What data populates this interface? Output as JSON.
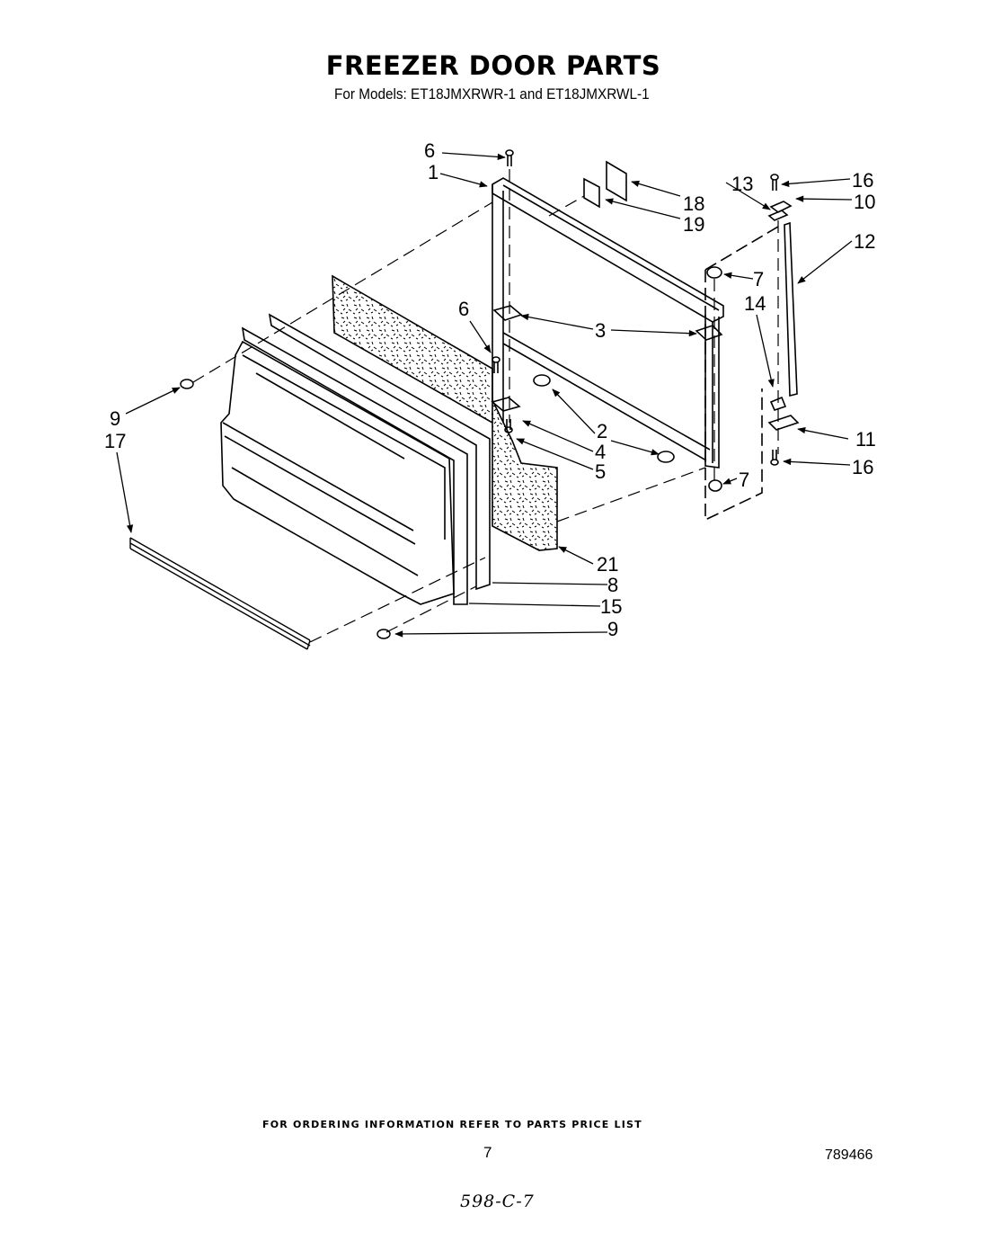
{
  "header": {
    "title": "FREEZER DOOR PARTS",
    "subtitle": "For Models: ET18JMXRWR-1 and ET18JMXRWL-1"
  },
  "diagram": {
    "description": "Exploded view of freezer door assembly",
    "callouts": [
      {
        "id": "c6a",
        "label": "6"
      },
      {
        "id": "c1",
        "label": "1"
      },
      {
        "id": "c13",
        "label": "13"
      },
      {
        "id": "c18",
        "label": "18"
      },
      {
        "id": "c19",
        "label": "19"
      },
      {
        "id": "c16a",
        "label": "16"
      },
      {
        "id": "c10",
        "label": "10"
      },
      {
        "id": "c12",
        "label": "12"
      },
      {
        "id": "c7a",
        "label": "7"
      },
      {
        "id": "c14",
        "label": "14"
      },
      {
        "id": "c6b",
        "label": "6"
      },
      {
        "id": "c3",
        "label": "3"
      },
      {
        "id": "c9a",
        "label": "9"
      },
      {
        "id": "c17",
        "label": "17"
      },
      {
        "id": "c2",
        "label": "2"
      },
      {
        "id": "c4",
        "label": "4"
      },
      {
        "id": "c5",
        "label": "5"
      },
      {
        "id": "c11",
        "label": "11"
      },
      {
        "id": "c16b",
        "label": "16"
      },
      {
        "id": "c7b",
        "label": "7"
      },
      {
        "id": "c21",
        "label": "21"
      },
      {
        "id": "c8",
        "label": "8"
      },
      {
        "id": "c15",
        "label": "15"
      },
      {
        "id": "c9b",
        "label": "9"
      }
    ]
  },
  "footer": {
    "ordering_note": "FOR ORDERING INFORMATION REFER TO PARTS PRICE LIST",
    "page_number": "7",
    "document_number": "789466",
    "handwritten_note": "598-C-7"
  }
}
